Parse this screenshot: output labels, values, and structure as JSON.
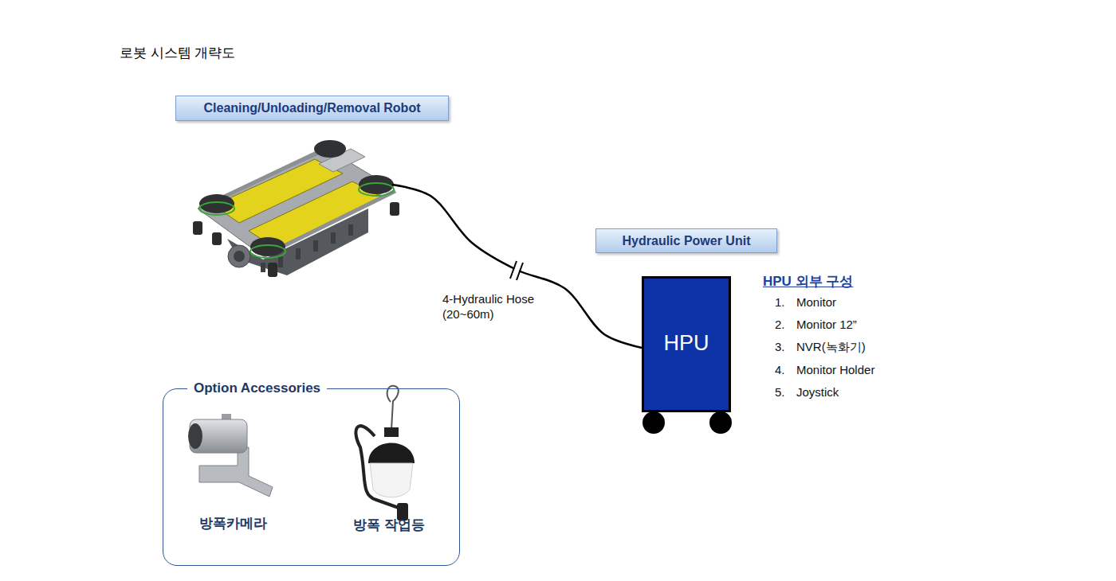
{
  "diagram": {
    "title": "로봇 시스템 개략도",
    "nodes": [
      {
        "text": [
          "Cleaning/Unloading/Removal Robot"
        ]
      },
      {
        "text": [
          "Hydraulic Power Unit",
          "HPU"
        ]
      },
      {
        "text": [
          "Option Accessories"
        ]
      }
    ],
    "edges": [
      {
        "from": 0,
        "to": 1,
        "arrow": "none",
        "label": "4-Hydraulic Hose (20~60m)"
      }
    ],
    "labels": [
      "HPU 외부 구성",
      "1.",
      "Monitor",
      "2.",
      "Monitor 12”",
      "3.",
      "NVR(녹화기)",
      "4.",
      "Monitor Holder",
      "5.",
      "Joystick",
      "방폭카메라",
      "방폭 작업등"
    ]
  }
}
